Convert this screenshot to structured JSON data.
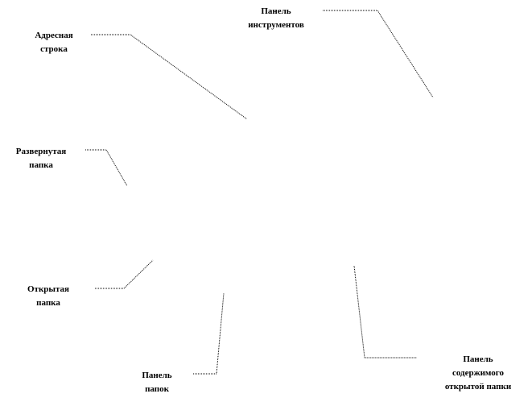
{
  "diagram": {
    "callouts": [
      {
        "id": "address-bar",
        "lines": [
          "Адресная",
          "строка"
        ]
      },
      {
        "id": "toolbar",
        "lines": [
          "Панель",
          "инструментов"
        ]
      },
      {
        "id": "expanded-folder",
        "lines": [
          "Развернутая",
          "папка"
        ]
      },
      {
        "id": "open-folder",
        "lines": [
          "Открытая",
          "папка"
        ]
      },
      {
        "id": "folders-pane",
        "lines": [
          "Панель",
          "папок"
        ]
      },
      {
        "id": "contents-pane",
        "lines": [
          "Панель",
          "содержимого",
          "открытой папки"
        ]
      }
    ]
  }
}
